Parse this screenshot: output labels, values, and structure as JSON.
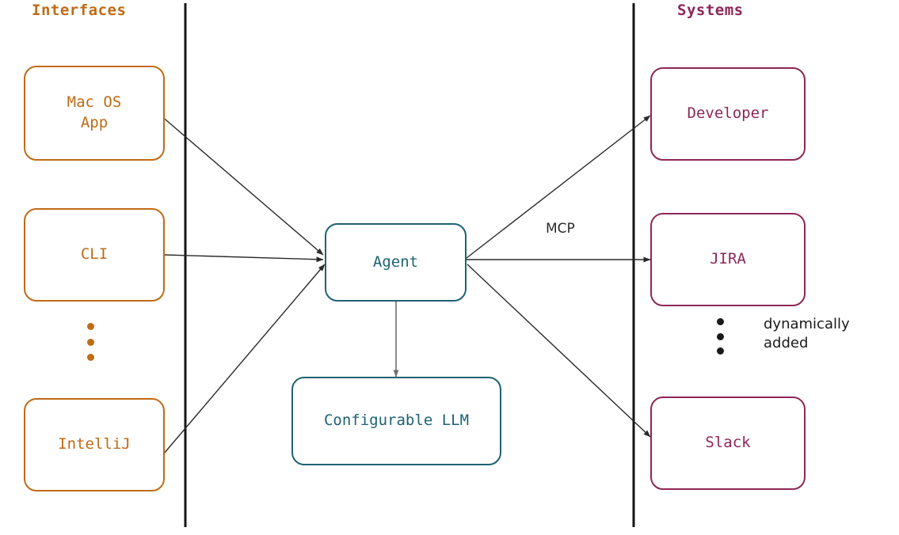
{
  "diagram": {
    "columns": {
      "left_title": "Interfaces",
      "right_title": "Systems",
      "left_color": "#bf6b15",
      "right_color": "#8e2657",
      "core_color": "#1d6372"
    },
    "interfaces": [
      {
        "id": "mac-os-app",
        "label": "Mac OS\nApp"
      },
      {
        "id": "cli",
        "label": "CLI"
      },
      {
        "id": "intellij",
        "label": "IntelliJ"
      }
    ],
    "interfaces_ellipsis": "•••",
    "core": [
      {
        "id": "agent",
        "label": "Agent"
      },
      {
        "id": "configurable-llm",
        "label": "Configurable LLM"
      }
    ],
    "systems": [
      {
        "id": "developer",
        "label": "Developer"
      },
      {
        "id": "jira",
        "label": "JIRA"
      },
      {
        "id": "slack",
        "label": "Slack"
      }
    ],
    "systems_ellipsis": "•••",
    "edge_labels": {
      "mcp": "MCP",
      "dynamically_added": "dynamically\nadded"
    },
    "edges": [
      {
        "from": "mac-os-app",
        "to": "agent"
      },
      {
        "from": "cli",
        "to": "agent"
      },
      {
        "from": "intellij",
        "to": "agent"
      },
      {
        "from": "agent",
        "to": "configurable-llm"
      },
      {
        "from": "agent",
        "to": "developer",
        "label": "MCP"
      },
      {
        "from": "agent",
        "to": "jira",
        "label": "MCP"
      },
      {
        "from": "agent",
        "to": "slack",
        "label": "MCP"
      }
    ]
  }
}
